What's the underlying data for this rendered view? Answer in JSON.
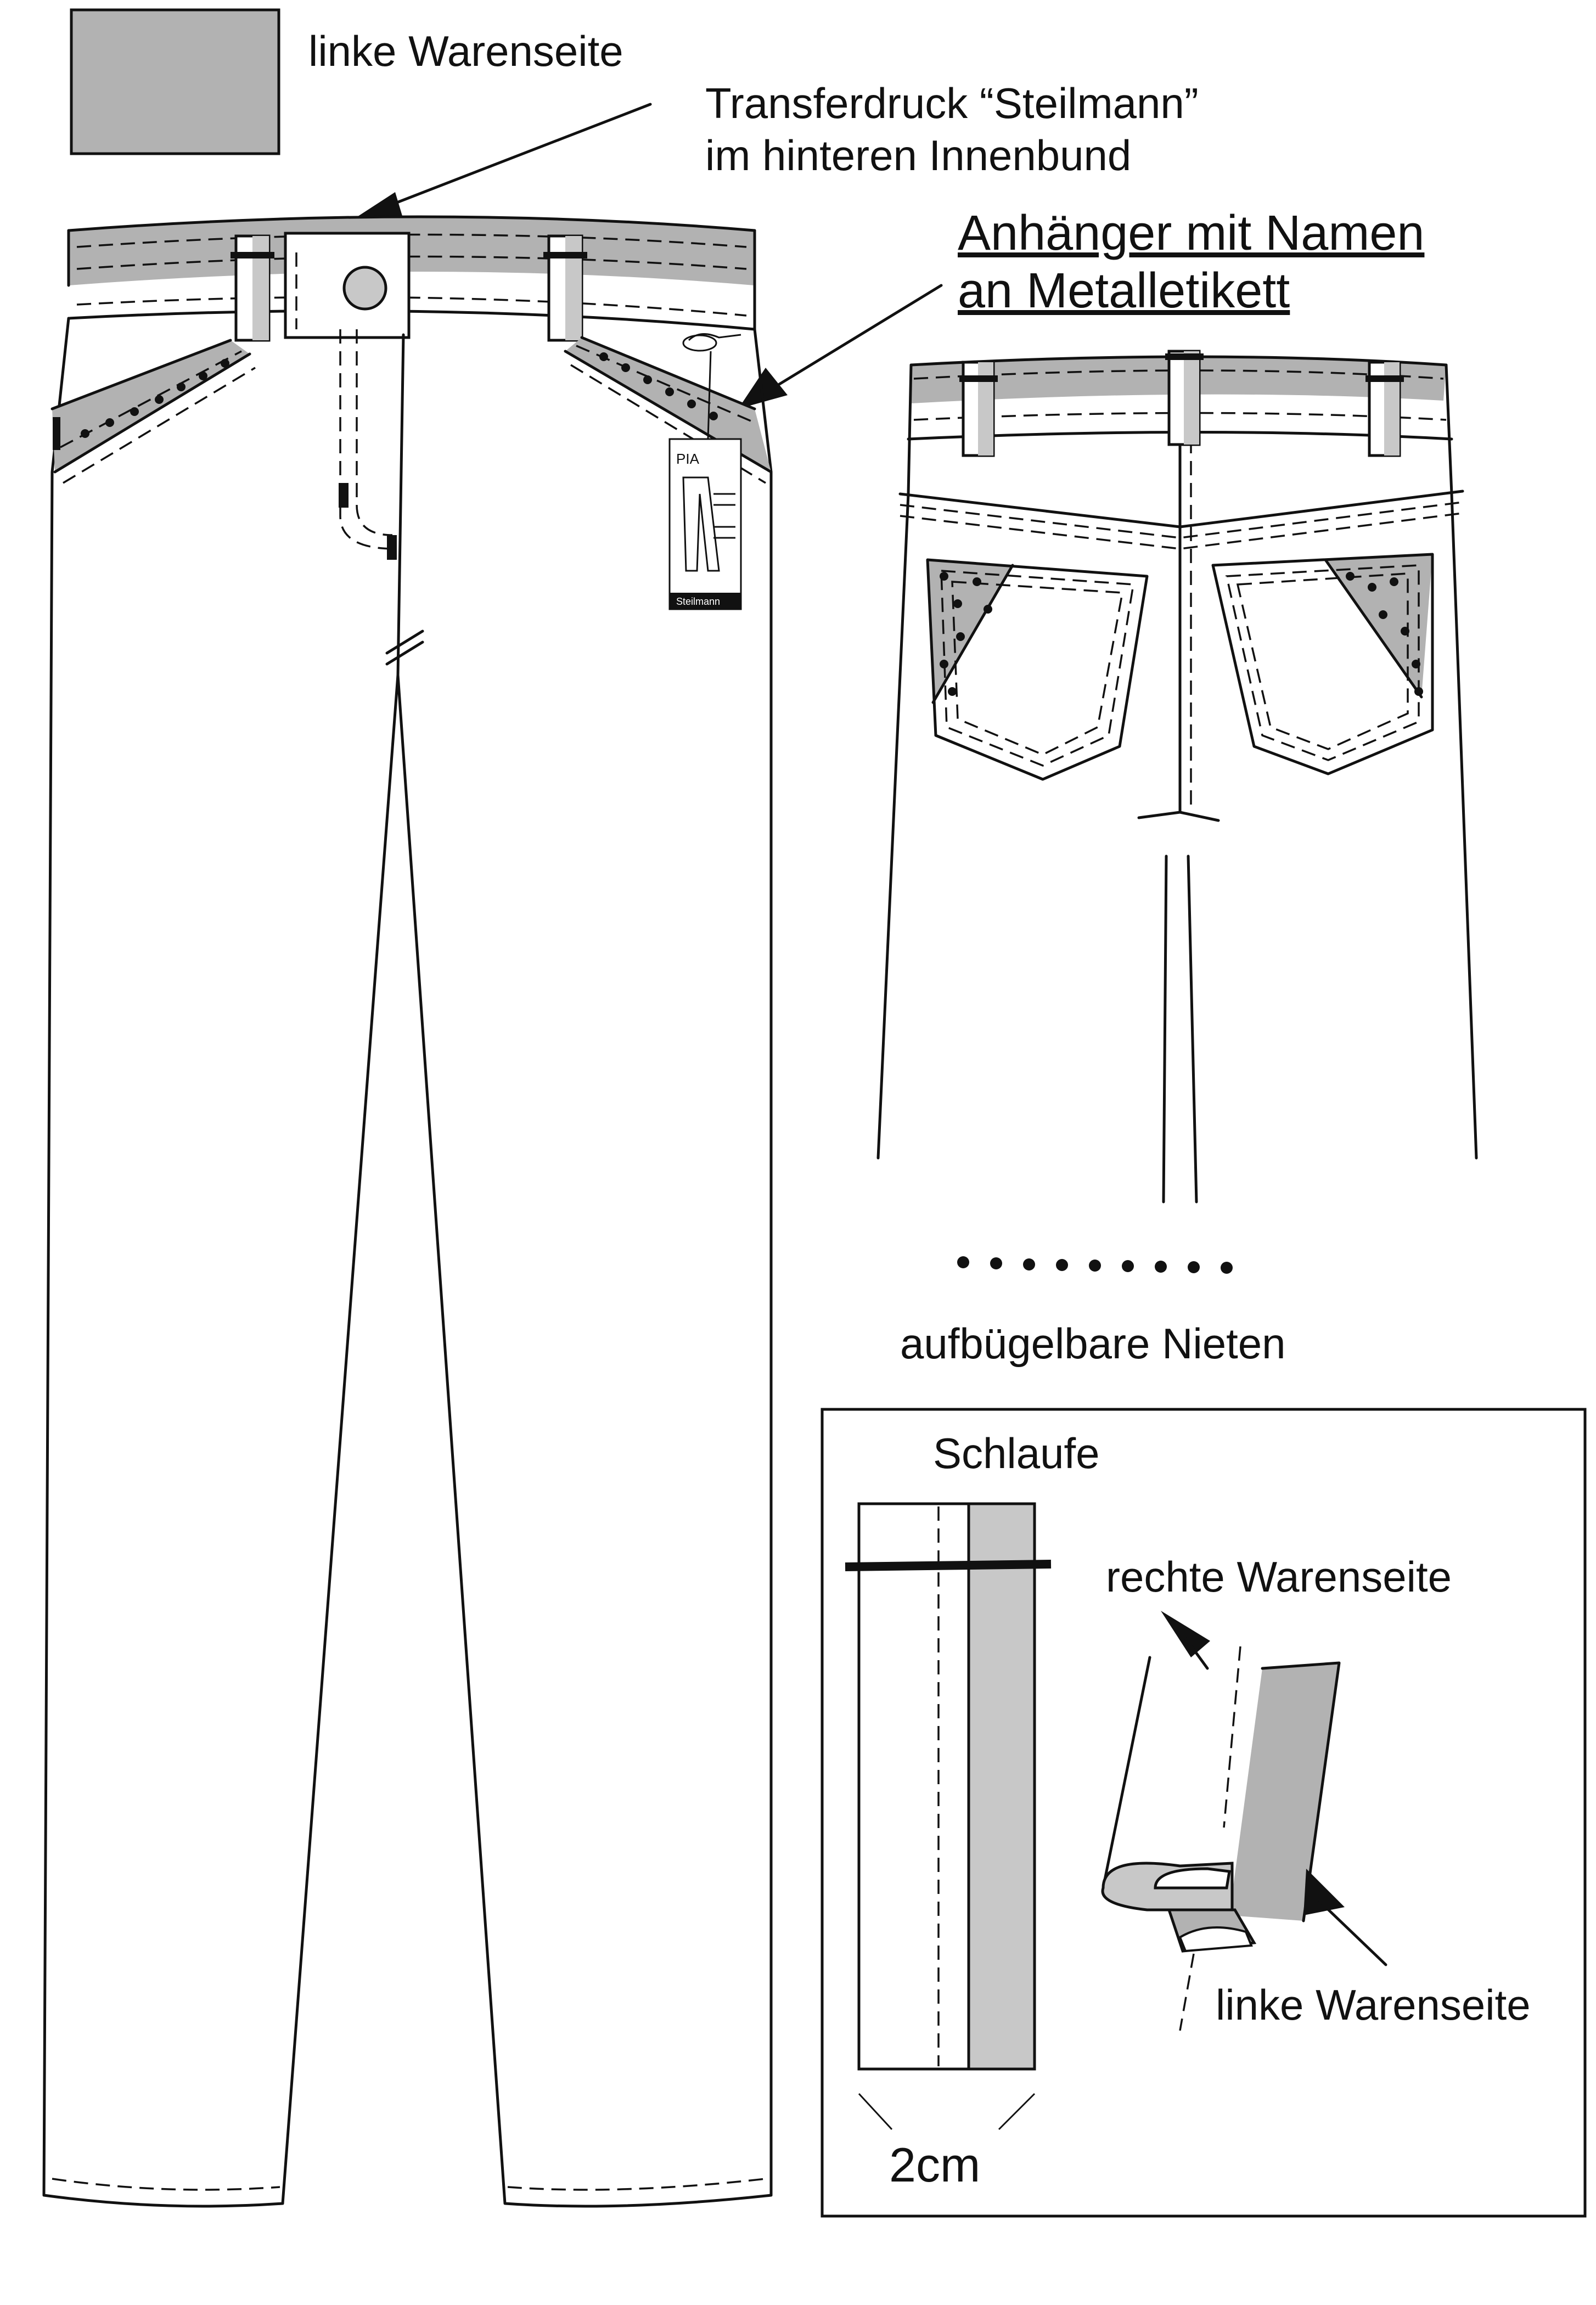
{
  "legend": {
    "swatch_color": "#b2b2b2",
    "swatch_label": "linke Warenseite"
  },
  "annotations": {
    "transfer_print_line1": "Transferdruck “Steilmann”",
    "transfer_print_line2": "im hinteren Innenbund",
    "hang_tag_line1": "Anhänger mit Namen",
    "hang_tag_line2": "an Metalletikett",
    "rivets_label": "aufbügelbare Nieten"
  },
  "hang_tag": {
    "name": "PIA",
    "brand": "Steilmann"
  },
  "loop_detail": {
    "title": "Schlaufe",
    "right_side_label": "rechte Warenseite",
    "wrong_side_label": "linke Warenseite",
    "width_label": "2cm"
  },
  "colors": {
    "fabric_wrong_side": "#b2b2b2",
    "loop_wrong_side": "#c8c8c8",
    "line": "#111111"
  }
}
